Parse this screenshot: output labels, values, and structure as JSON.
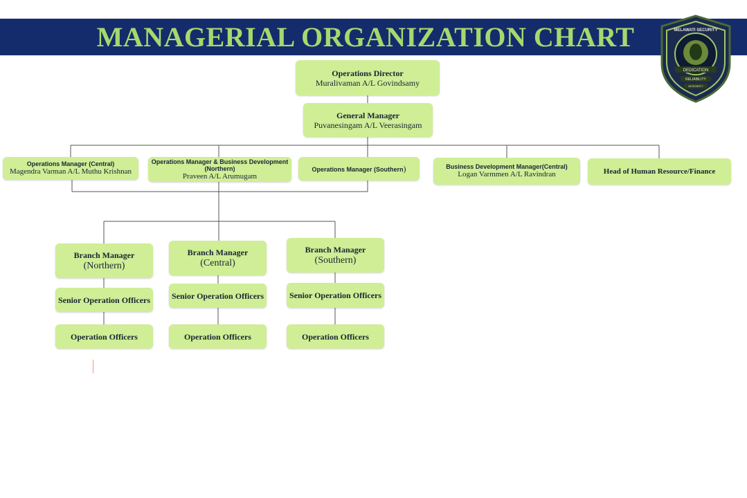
{
  "header": {
    "title": "MANAGERIAL ORGANIZATION CHART"
  },
  "logo": {
    "ring_text": "MELAWATI SECURITY",
    "ribbon_1": "DEDICATION",
    "ribbon_2": "RELIABILITY",
    "ribbon_3": "INTEGRITY"
  },
  "colors": {
    "banner": "#142c6c",
    "title": "#a8d86c",
    "box": "#cfee96",
    "line": "#555555"
  },
  "nodes": {
    "director": {
      "title": "Operations Director",
      "name": "Muralivaman A/L Govindsamy"
    },
    "gm": {
      "title": "General Manager",
      "name": "Puvanesingam A/L Veerasingam"
    },
    "om_central": {
      "title": "Operations Manager (Central)",
      "name": "Magendra Varman A/L Muthu Krishnan"
    },
    "om_bd_northern": {
      "title": "Operations Manager & Business Development (Northern)",
      "name": "Praveen A/L Arumugam"
    },
    "om_southern": {
      "title_main": "Operations Manager (Southern",
      "title_paren": ")"
    },
    "bd_central": {
      "title": "Business Development Manager(Central)",
      "name": "Logan Varmmen A/L Ravindran"
    },
    "hr_finance": {
      "title": "Head of Human Resource/Finance"
    }
  },
  "branches": [
    {
      "title": "Branch Manager",
      "region": "(Northern)",
      "senior": "Senior Operation Officers",
      "officers": "Operation Officers"
    },
    {
      "title": "Branch Manager",
      "region": "(Central)",
      "senior": "Senior Operation Officers",
      "officers": "Operation Officers"
    },
    {
      "title": "Branch Manager",
      "region": "(Southern)",
      "senior": "Senior Operation Officers",
      "officers": "Operation Officers"
    }
  ]
}
